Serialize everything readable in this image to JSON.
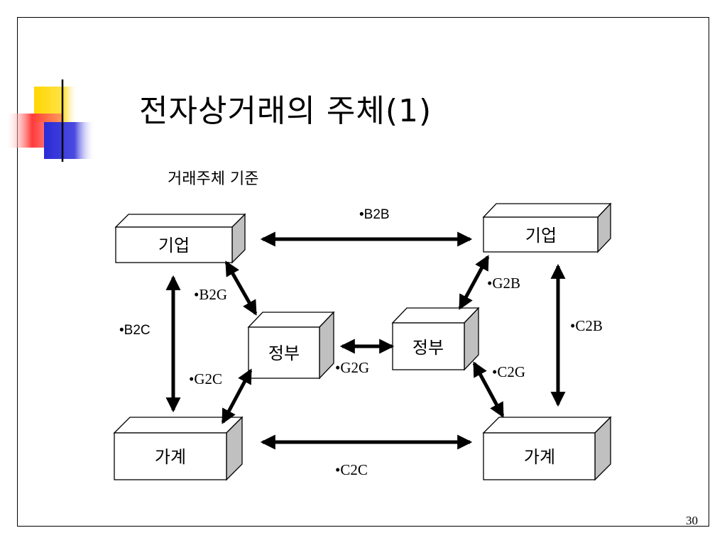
{
  "slide": {
    "title": "전자상거래의 주체(1)",
    "subtitle": "거래주체 기준",
    "page_number": "30"
  },
  "boxes": {
    "left_business": "기업",
    "right_business": "기업",
    "left_government": "정부",
    "right_government": "정부",
    "left_household": "가계",
    "right_household": "가계"
  },
  "labels": {
    "b2b": "•B2B",
    "b2g": "•B2G",
    "b2c": "•B2C",
    "g2c": "•G2C",
    "g2g": "•G2G",
    "g2b": "•G2B",
    "c2b": "•C2B",
    "c2g": "•C2G",
    "c2c": "•C2C"
  },
  "colors": {
    "deco_yellow": "#FFD700",
    "deco_red": "#FF3A3A",
    "deco_blue": "#2B2BD6",
    "box_side": "#C0C0C0",
    "arrow": "#000000"
  }
}
